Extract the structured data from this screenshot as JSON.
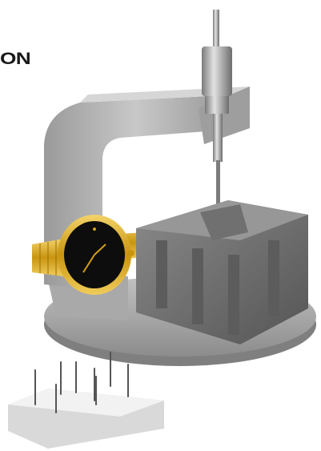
{
  "brand": {
    "text": "ON"
  },
  "scene": {
    "items": [
      "watch-strap-press-tool",
      "wristwatch",
      "pin-pusher-block"
    ]
  },
  "colors": {
    "metal": "#b4b4b4",
    "metal_dark": "#8a8a8a",
    "block": "#6e6e6e",
    "gold": "#d4a017",
    "watch_face": "#0d0d0d",
    "pin_block": "#eeeeee"
  }
}
